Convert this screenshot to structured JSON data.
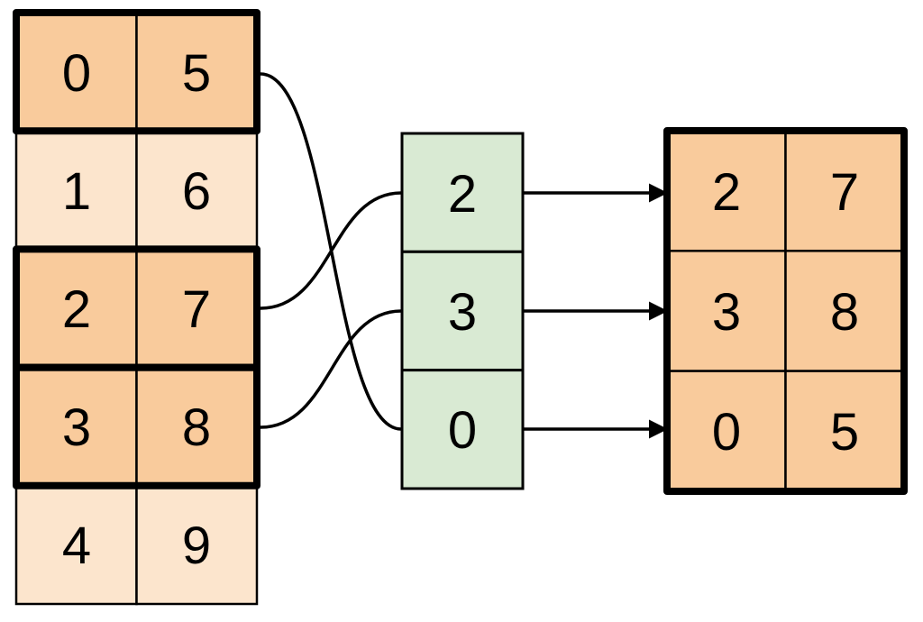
{
  "diagram": {
    "type": "row-gather-indexing",
    "colors": {
      "highlight_fill": "#F9CB9C",
      "normal_fill": "#FCE5CD",
      "index_fill": "#D9EAD3",
      "line": "#000000",
      "background": "#FFFFFF"
    },
    "source_table": {
      "rows": [
        {
          "cells": [
            "0",
            "5"
          ],
          "highlighted": true
        },
        {
          "cells": [
            "1",
            "6"
          ],
          "highlighted": false
        },
        {
          "cells": [
            "2",
            "7"
          ],
          "highlighted": true
        },
        {
          "cells": [
            "3",
            "8"
          ],
          "highlighted": true
        },
        {
          "cells": [
            "4",
            "9"
          ],
          "highlighted": false
        }
      ]
    },
    "index_table": {
      "values": [
        "2",
        "3",
        "0"
      ]
    },
    "result_table": {
      "rows": [
        [
          "2",
          "7"
        ],
        [
          "3",
          "8"
        ],
        [
          "0",
          "5"
        ]
      ]
    },
    "connections": {
      "curves": [
        {
          "from_source_row": 2,
          "to_index_position": 0
        },
        {
          "from_source_row": 3,
          "to_index_position": 1
        },
        {
          "from_source_row": 0,
          "to_index_position": 2
        }
      ],
      "arrows": [
        {
          "from_index_position": 0,
          "to_result_row": 0
        },
        {
          "from_index_position": 1,
          "to_result_row": 1
        },
        {
          "from_index_position": 2,
          "to_result_row": 2
        }
      ]
    }
  }
}
